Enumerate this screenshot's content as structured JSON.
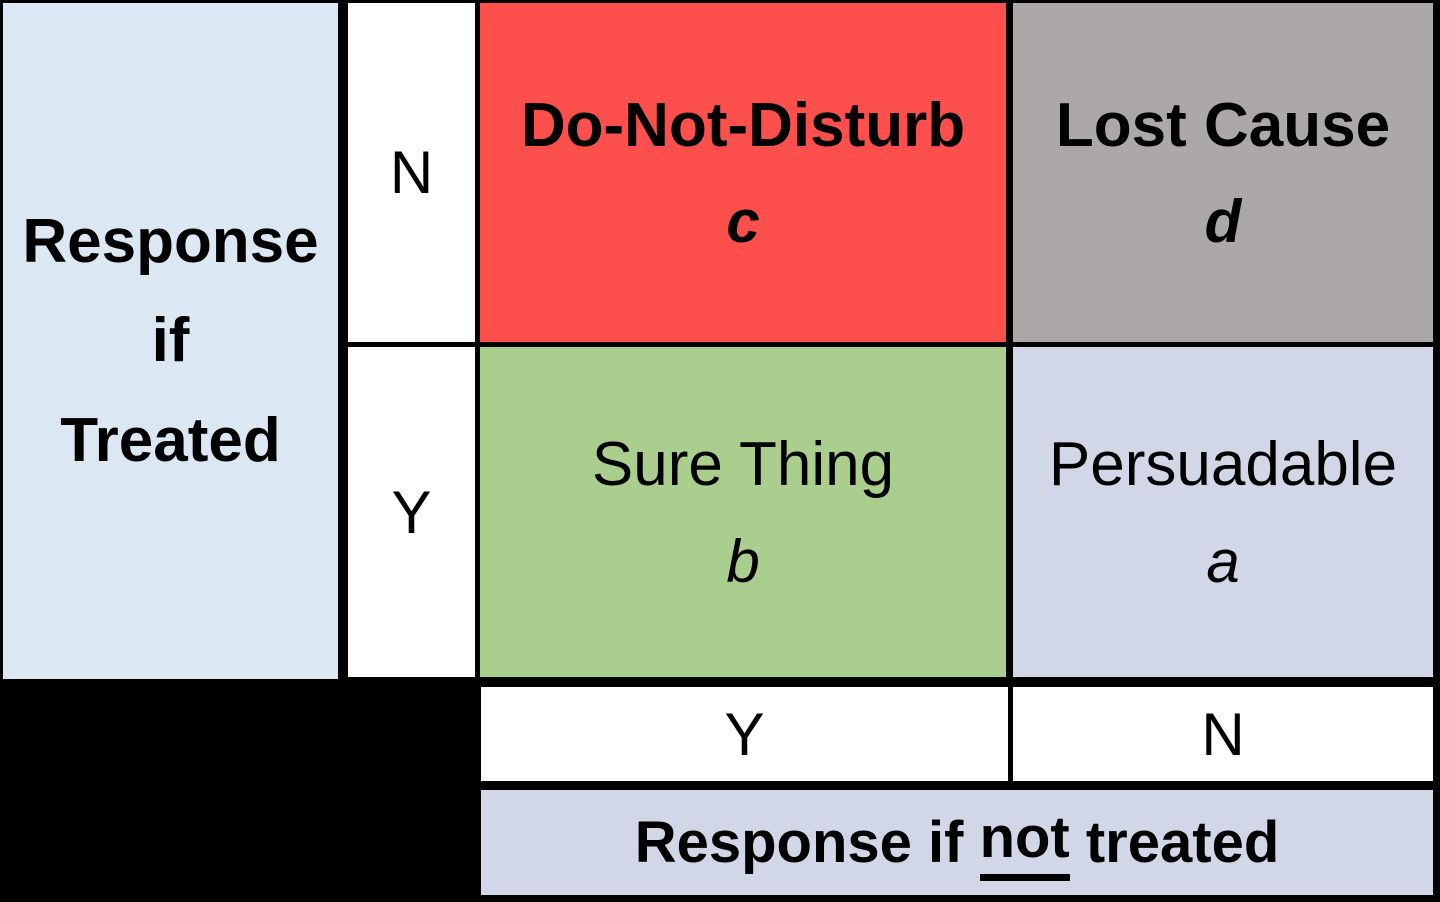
{
  "diagram": {
    "type": "2x2-quadrant-matrix",
    "row_axis": {
      "line1": "Response",
      "line2": "if",
      "line3": "Treated"
    },
    "row_headers": {
      "top": "N",
      "bottom": "Y"
    },
    "quadrants": {
      "do_not_disturb": {
        "title": "Do-Not-Disturb",
        "letter": "c"
      },
      "lost_cause": {
        "title": "Lost Cause",
        "letter": "d"
      },
      "sure_thing": {
        "title": "Sure Thing",
        "letter": "b"
      },
      "persuadable": {
        "title": "Persuadable",
        "letter": "a"
      }
    },
    "col_headers": {
      "left": "Y",
      "right": "N"
    },
    "col_axis": {
      "prefix": "Response if ",
      "emphasized": "not",
      "suffix": " treated"
    }
  },
  "colors": {
    "grid_background": "#000000",
    "row_axis_bg": "#dbe8f4",
    "header_cell_bg": "#ffffff",
    "do_not_disturb_bg": "#fd504d",
    "lost_cause_bg": "#aba8a7",
    "sure_thing_bg": "#a9ce8e",
    "persuadable_bg": "#d1d7e6",
    "col_axis_bg": "#d1d7e6",
    "text": "#000000"
  }
}
